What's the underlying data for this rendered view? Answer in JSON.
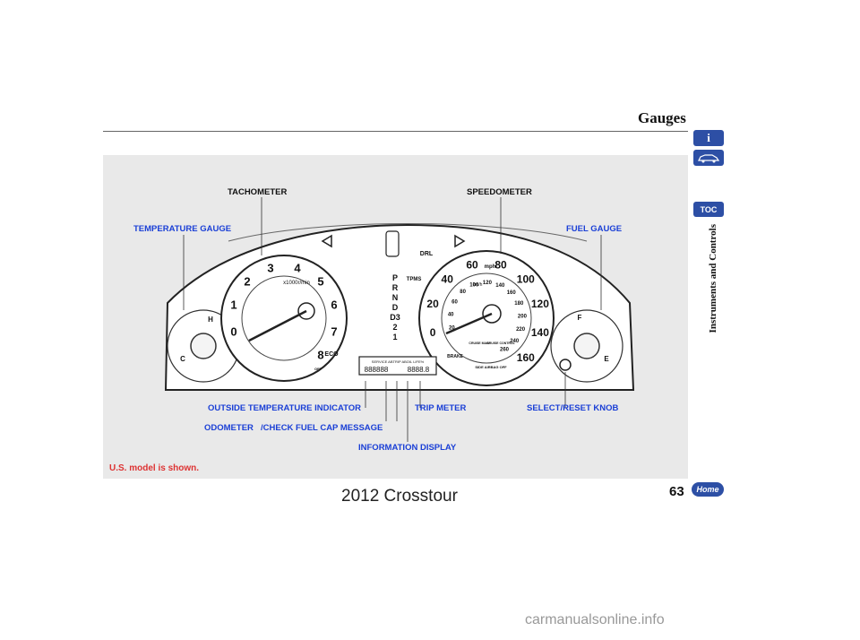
{
  "page": {
    "heading": "Gauges",
    "side_label": "Instruments and Controls",
    "footer_title": "2012 Crosstour",
    "page_number": "63",
    "note": "U.S. model is shown.",
    "watermark": "carmanualsonline.info"
  },
  "nav": {
    "info_icon_label": "i",
    "toc_label": "TOC",
    "home_label": "Home"
  },
  "callouts": {
    "tachometer": "TACHOMETER",
    "speedometer": "SPEEDOMETER",
    "temperature_gauge": "TEMPERATURE GAUGE",
    "fuel_gauge": "FUEL GAUGE",
    "outside_temp": "OUTSIDE TEMPERATURE INDICATOR",
    "trip_meter": "TRIP METER",
    "select_reset": "SELECT/RESET KNOB",
    "odometer": "ODOMETER",
    "fuel_cap": "/CHECK FUEL CAP MESSAGE",
    "info_display": "INFORMATION DISPLAY"
  },
  "cluster": {
    "tach_ticks": [
      "0",
      "1",
      "2",
      "3",
      "4",
      "5",
      "6",
      "7",
      "8"
    ],
    "tach_unit": "x1000r/min",
    "speed_mph_ticks": [
      "0",
      "20",
      "40",
      "60",
      "80",
      "100",
      "120",
      "140",
      "160"
    ],
    "speed_unit_mph": "mph",
    "speed_kmh_ticks": [
      "20",
      "40",
      "60",
      "80",
      "100",
      "120",
      "140",
      "160",
      "180",
      "200",
      "220",
      "240",
      "260"
    ],
    "speed_unit_kmh": "km/h",
    "gears": [
      "P",
      "R",
      "N",
      "D",
      "D3",
      "2",
      "1"
    ],
    "temp_hot": "H",
    "temp_cold": "C",
    "fuel_full": "F",
    "fuel_empty": "E",
    "drl": "DRL",
    "tpms": "TPMS",
    "eco": "ECO",
    "brake": "BRAKE",
    "display_header": "SERVICE  ABTRIP ABOIL LIFE%",
    "display_left": "888888",
    "display_right": "8888.8",
    "side_airbag": "SIDE AIRBAG OFF",
    "cruise_main": "CRUISE MAIN",
    "cruise_control": "CRUISE CONTROL",
    "vsa_off": "OFF"
  }
}
